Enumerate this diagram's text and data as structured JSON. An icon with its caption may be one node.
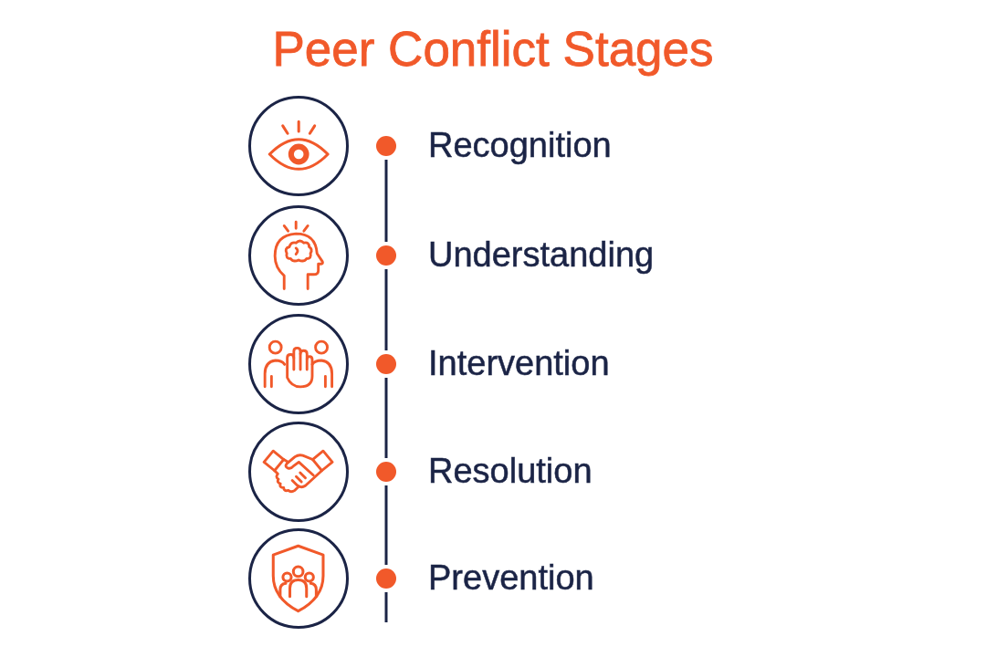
{
  "diagram": {
    "title": "Peer Conflict Stages",
    "nodes": [
      {
        "text": [],
        "shape": "circle"
      },
      {
        "text": [],
        "shape": "circle",
        "beside": [
          "Recognition"
        ]
      },
      {
        "text": [],
        "shape": "circle"
      },
      {
        "text": [],
        "shape": "circle",
        "beside": [
          "Understanding"
        ]
      },
      {
        "text": [],
        "shape": "circle"
      },
      {
        "text": [],
        "shape": "circle",
        "beside": [
          "Intervention"
        ]
      },
      {
        "text": [],
        "shape": "circle"
      },
      {
        "text": [],
        "shape": "circle",
        "beside": [
          "Resolution"
        ]
      },
      {
        "text": [],
        "shape": "circle"
      },
      {
        "text": [],
        "shape": "circle",
        "beside": [
          "Prevention"
        ]
      }
    ],
    "edges": [
      {
        "from": 1,
        "to": 3,
        "arrow": "none"
      },
      {
        "from": 3,
        "to": 5,
        "arrow": "none"
      },
      {
        "from": 5,
        "to": 7,
        "arrow": "none"
      },
      {
        "from": 7,
        "to": 9,
        "arrow": "none"
      },
      {
        "from": 9,
        "to": null,
        "arrow": "none"
      }
    ]
  }
}
